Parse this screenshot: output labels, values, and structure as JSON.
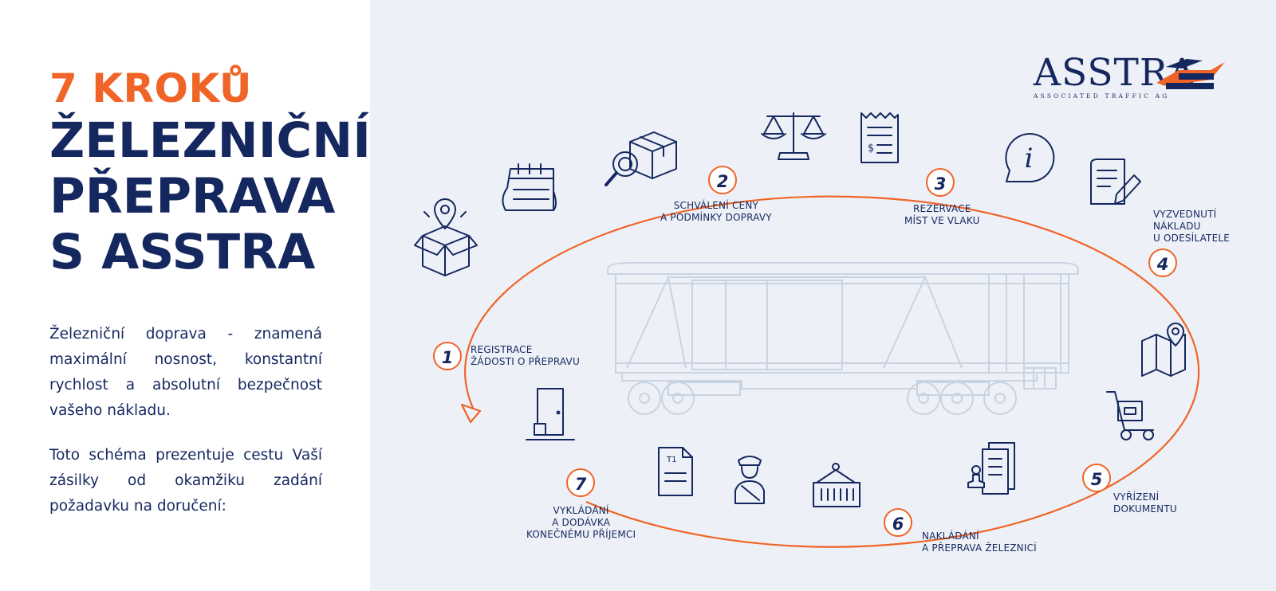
{
  "heading": {
    "accent": "7 KROKŮ",
    "lines": [
      "ŽELEZNIČNÍ",
      "PŘEPRAVA",
      "S ASSTRA"
    ]
  },
  "intro": {
    "p1": "Železniční doprava - znamená maximální nosnost, konstantní rychlost a absolutní bezpečnost vašeho nákladu.",
    "p2": "Toto schéma prezentuje cestu Vaší zásilky od okamžiku zadání požadavku na doručení:"
  },
  "logo": {
    "name": "ASSTRA",
    "tagline": "ASSOCIATED TRAFFIC AG"
  },
  "steps": [
    {
      "number": "1",
      "lines": [
        "REGISTRACE",
        "ŽÁDOSTI O PŘEPRAVU"
      ]
    },
    {
      "number": "2",
      "lines": [
        "SCHVÁLENÍ CENY",
        "A PODMÍNKY DOPRAVY"
      ]
    },
    {
      "number": "3",
      "lines": [
        "REZERVACE",
        "MÍST VE VLAKU"
      ]
    },
    {
      "number": "4",
      "lines": [
        "VYZVEDNUTÍ",
        "NÁKLADU",
        "U ODESÍLATELE"
      ]
    },
    {
      "number": "5",
      "lines": [
        "VYŘÍZENÍ",
        "DOKUMENTU"
      ]
    },
    {
      "number": "6",
      "lines": [
        "NAKLÁDÁNÍ",
        "A PŘEPRAVA ŽELEZNICÍ"
      ]
    },
    {
      "number": "7",
      "lines": [
        "VYKLÁDÁNÍ",
        "A DODÁVKA",
        "KONEČNÉMU PŘÍJEMCI"
      ]
    }
  ],
  "icon_texts": {
    "customs_doc": "T1",
    "receipt_symbol": "$",
    "info_symbol": "i"
  },
  "colors": {
    "navy": "#15275f",
    "orange": "#f06427",
    "panel": "#edf1f7",
    "wagon": "#c9d3e2"
  }
}
